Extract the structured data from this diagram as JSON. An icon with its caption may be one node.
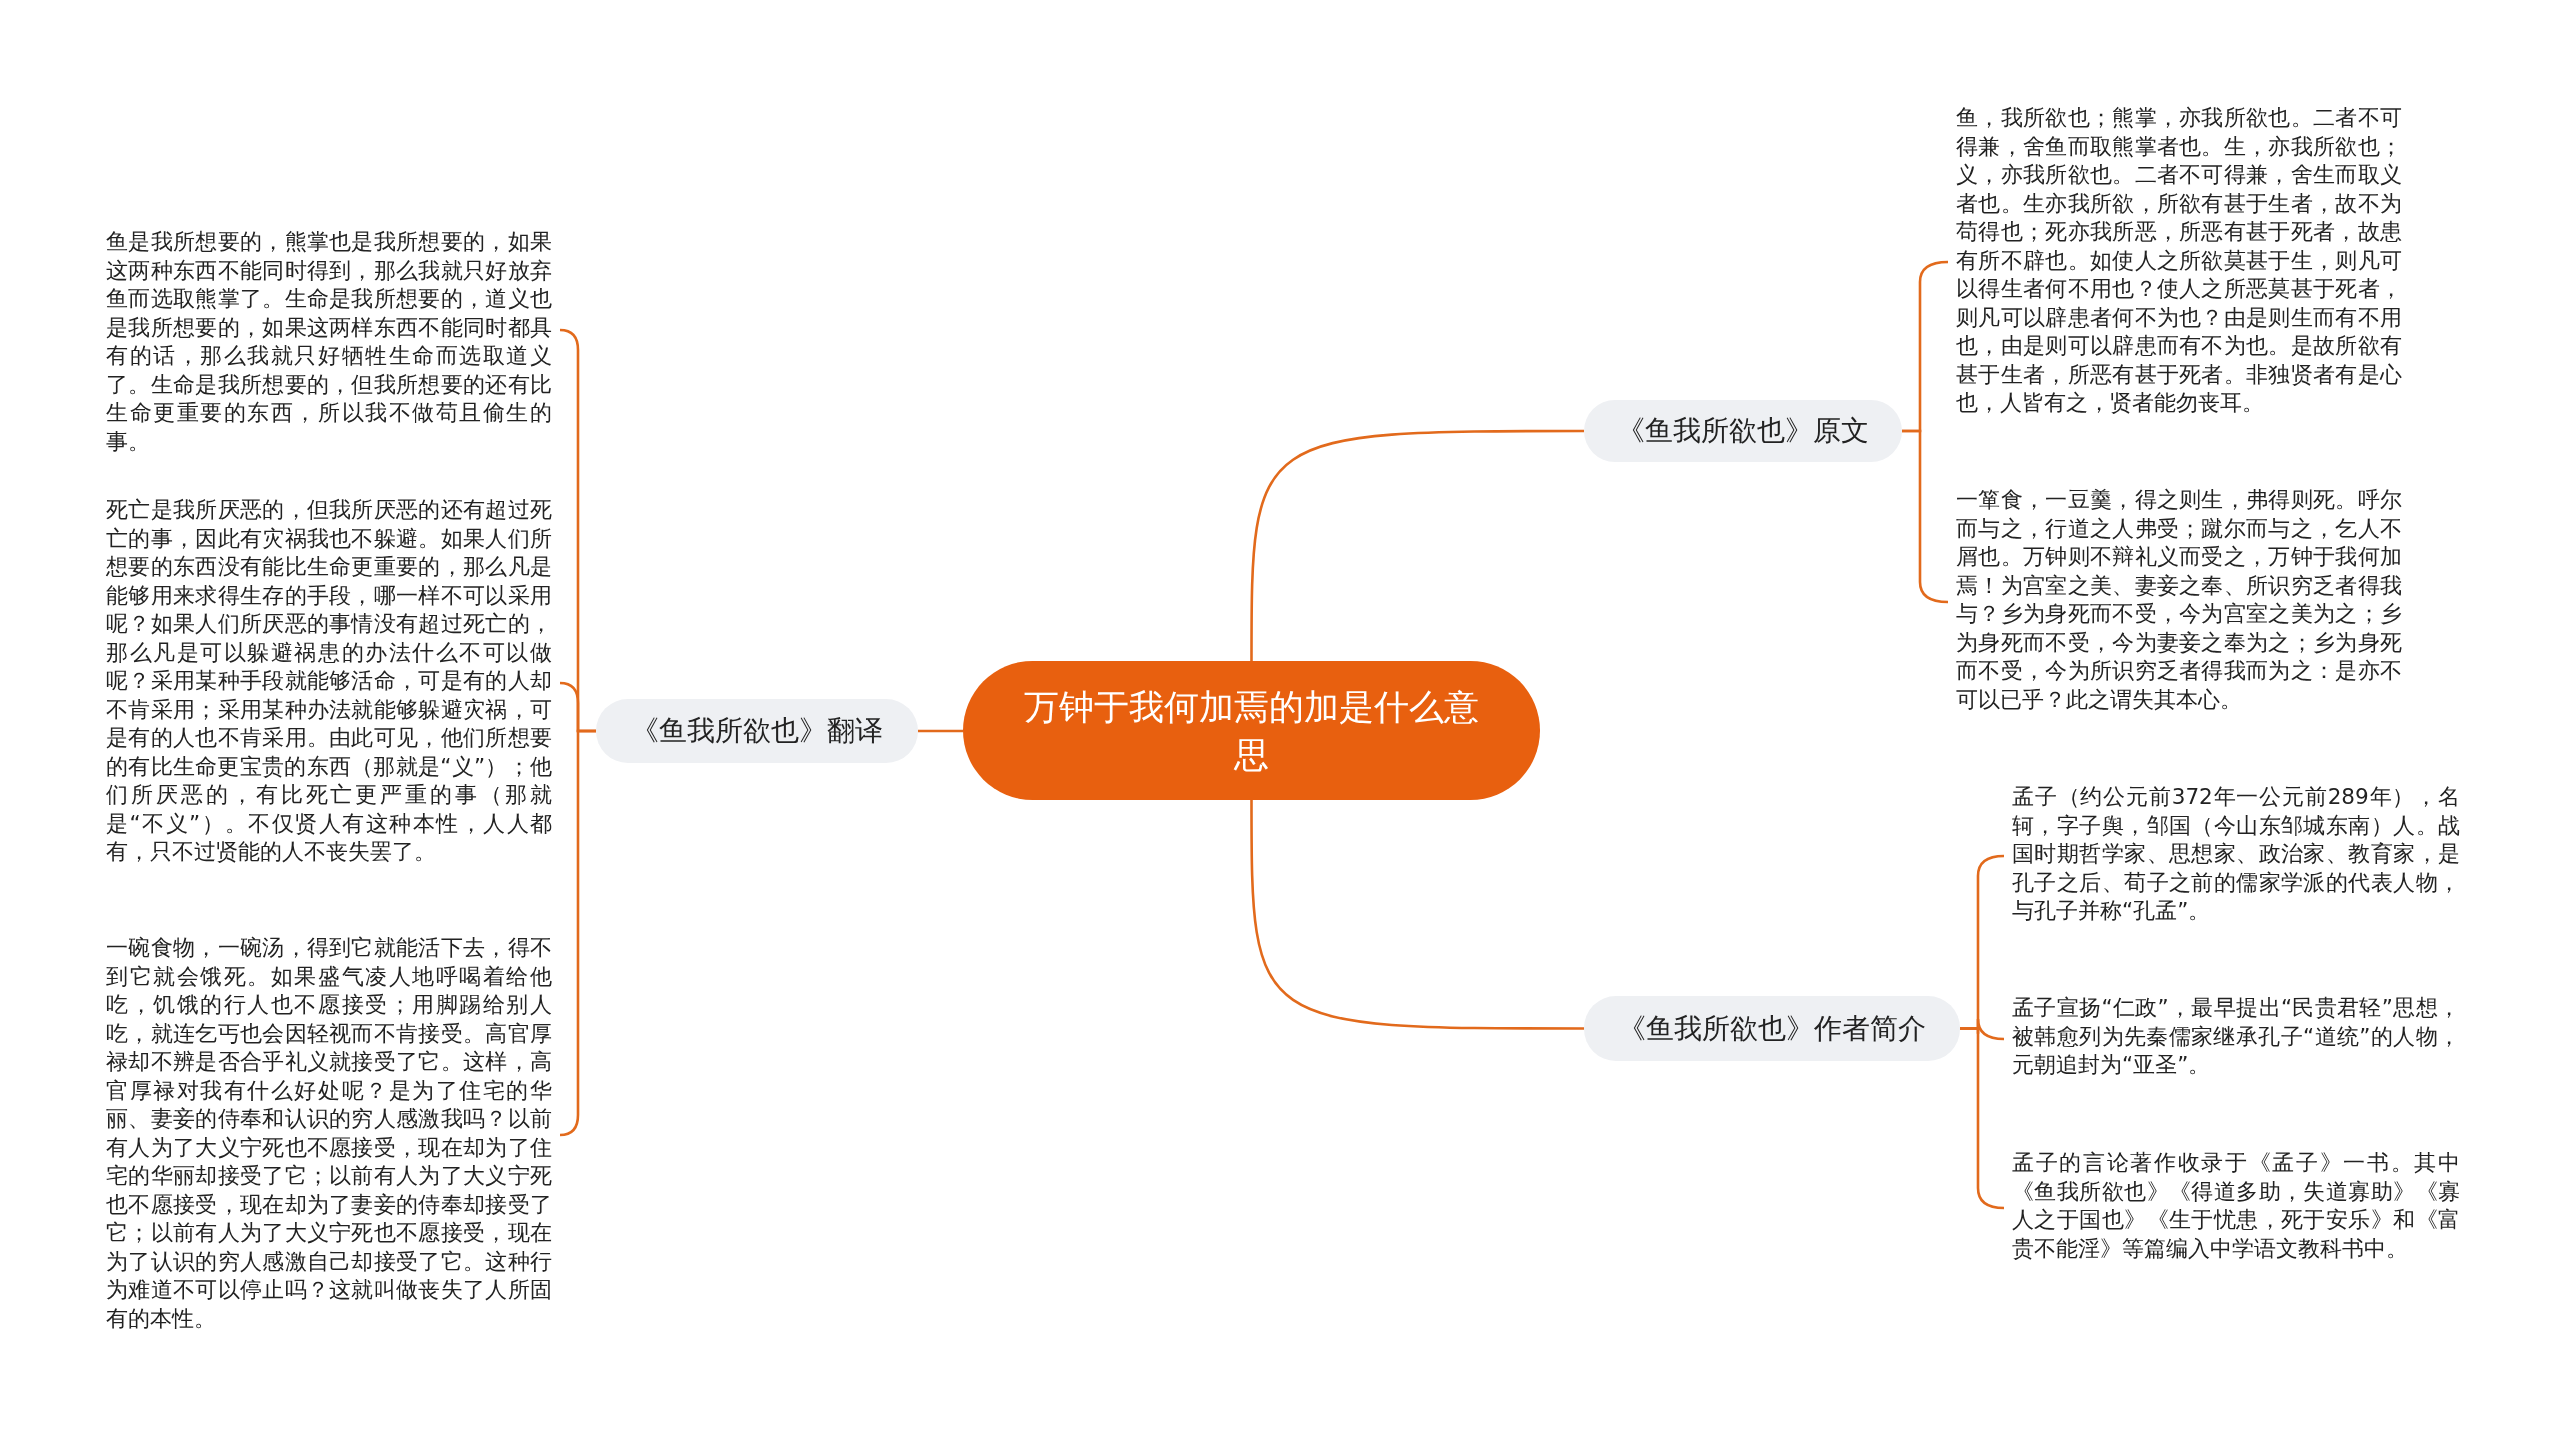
{
  "diagram": {
    "nodes": [
      {
        "text": [
          "万钟于我何加焉的加是什么意思"
        ]
      },
      {
        "text": [
          "《鱼我所欲也》原文"
        ]
      },
      {
        "text": [
          "鱼，我所欲也；熊掌，亦我所欲也。二者不可得兼，舍鱼而取熊掌者也。生，亦我所欲也；义，亦我所欲也。二者不可得兼，舍生而取义者也。生亦我所欲，所欲有甚于生者，故不为苟得也；死亦我所恶，所恶有甚于死者，故患有所不辟也。如使人之所欲莫甚于生，则凡可以得生者何不用也？使人之所恶莫甚于死者，则凡可以辟患者何不为也？由是则生而有不用也，由是则可以辟患而有不为也。是故所欲有甚于生者，所恶有甚于死者。非独贤者有是心也，人皆有之，贤者能勿丧耳。"
        ]
      },
      {
        "text": [
          "一箪食，一豆羹，得之则生，弗得则死。呼尔而与之，行道之人弗受；蹴尔而与之，乞人不屑也。万钟则不辩礼义而受之，万钟于我何加焉！为宫室之美、妻妾之奉、所识穷乏者得我与？乡为身死而不受，今为宫室之美为之；乡为身死而不受，今为妻妾之奉为之；乡为身死而不受，今为所识穷乏者得我而为之：是亦不可以已乎？此之谓失其本心。"
        ]
      },
      {
        "text": [
          "《鱼我所欲也》翻译"
        ]
      },
      {
        "text": [
          "鱼是我所想要的，熊掌也是我所想要的，如果这两种东西不能同时得到，那么我就只好放弃鱼而选取熊掌了。生命是我所想要的，道义也是我所想要的，如果这两样东西不能同时都具有的话，那么我就只好牺牲生命而选取道义了。生命是我所想要的，但我所想要的还有比生命更重要的东西，所以我不做苟且偷生的事。"
        ]
      },
      {
        "text": [
          "死亡是我所厌恶的，但我所厌恶的还有超过死亡的事，因此有灾祸我也不躲避。如果人们所想要的东西没有能比生命更重要的，那么凡是能够用来求得生存的手段，哪一样不可以采用呢？如果人们所厌恶的事情没有超过死亡的，那么凡是可以躲避祸患的办法什么不可以做呢？采用某种手段就能够活命，可是有的人却不肯采用；采用某种办法就能够躲避灾祸，可是有的人也不肯采用。由此可见，他们所想要的有比生命更宝贵的东西（那就是“义”）；他们所厌恶的，有比死亡更严重的事（那就是“不义”）。不仅贤人有这种本性，人人都有，只不过贤能的人不丧失罢了。"
        ]
      },
      {
        "text": [
          "一碗食物，一碗汤，得到它就能活下去，得不到它就会饿死。如果盛气凌人地呼喝着给他吃，饥饿的行人也不愿接受；用脚踢给别人吃，就连乞丐也会因轻视而不肯接受。高官厚禄却不辨是否合乎礼义就接受了它。这样，高官厚禄对我有什么好处呢？是为了住宅的华丽、妻妾的侍奉和认识的穷人感激我吗？以前有人为了大义宁死也不愿接受，现在却为了住宅的华丽却接受了它；以前有人为了大义宁死也不愿接受，现在却为了妻妾的侍奉却接受了它；以前有人为了大义宁死也不愿接受，现在为了认识的穷人感激自己却接受了它。这种行为难道不可以停止吗？这就叫做丧失了人所固有的本性。"
        ]
      },
      {
        "text": [
          "《鱼我所欲也》作者简介"
        ]
      },
      {
        "text": [
          "孟子（约公元前372年一公元前289年），名轲，字子舆，邹国（今山东邹城东南）人。战国时期哲学家、思想家、政治家、教育家，是孔子之后、荀子之前的儒家学派的代表人物，与孔子并称“孔孟”。"
        ]
      },
      {
        "text": [
          "孟子宣扬“仁政”，最早提出“民贵君轻”思想，被韩愈列为先秦儒家继承孔子“道统”的人物，元朝追封为“亚圣”。"
        ]
      },
      {
        "text": [
          "孟子的言论著作收录于《孟子》一书。其中《鱼我所欲也》《得道多助，失道寡助》《寡人之于国也》《生于忧患，死于安乐》和《富贵不能淫》等篇编入中学语文教科书中。"
        ]
      }
    ],
    "edges": [
      {
        "from": 0,
        "to": 1,
        "arrow": "none"
      },
      {
        "from": 1,
        "to": 2,
        "arrow": "none"
      },
      {
        "from": 1,
        "to": 3,
        "arrow": "none"
      },
      {
        "from": 0,
        "to": 4,
        "arrow": "none"
      },
      {
        "from": 4,
        "to": 5,
        "arrow": "none"
      },
      {
        "from": 4,
        "to": 6,
        "arrow": "none"
      },
      {
        "from": 4,
        "to": 7,
        "arrow": "none"
      },
      {
        "from": 0,
        "to": 8,
        "arrow": "none"
      },
      {
        "from": 8,
        "to": 9,
        "arrow": "none"
      },
      {
        "from": 8,
        "to": 10,
        "arrow": "none"
      },
      {
        "from": 8,
        "to": 11,
        "arrow": "none"
      }
    ]
  }
}
